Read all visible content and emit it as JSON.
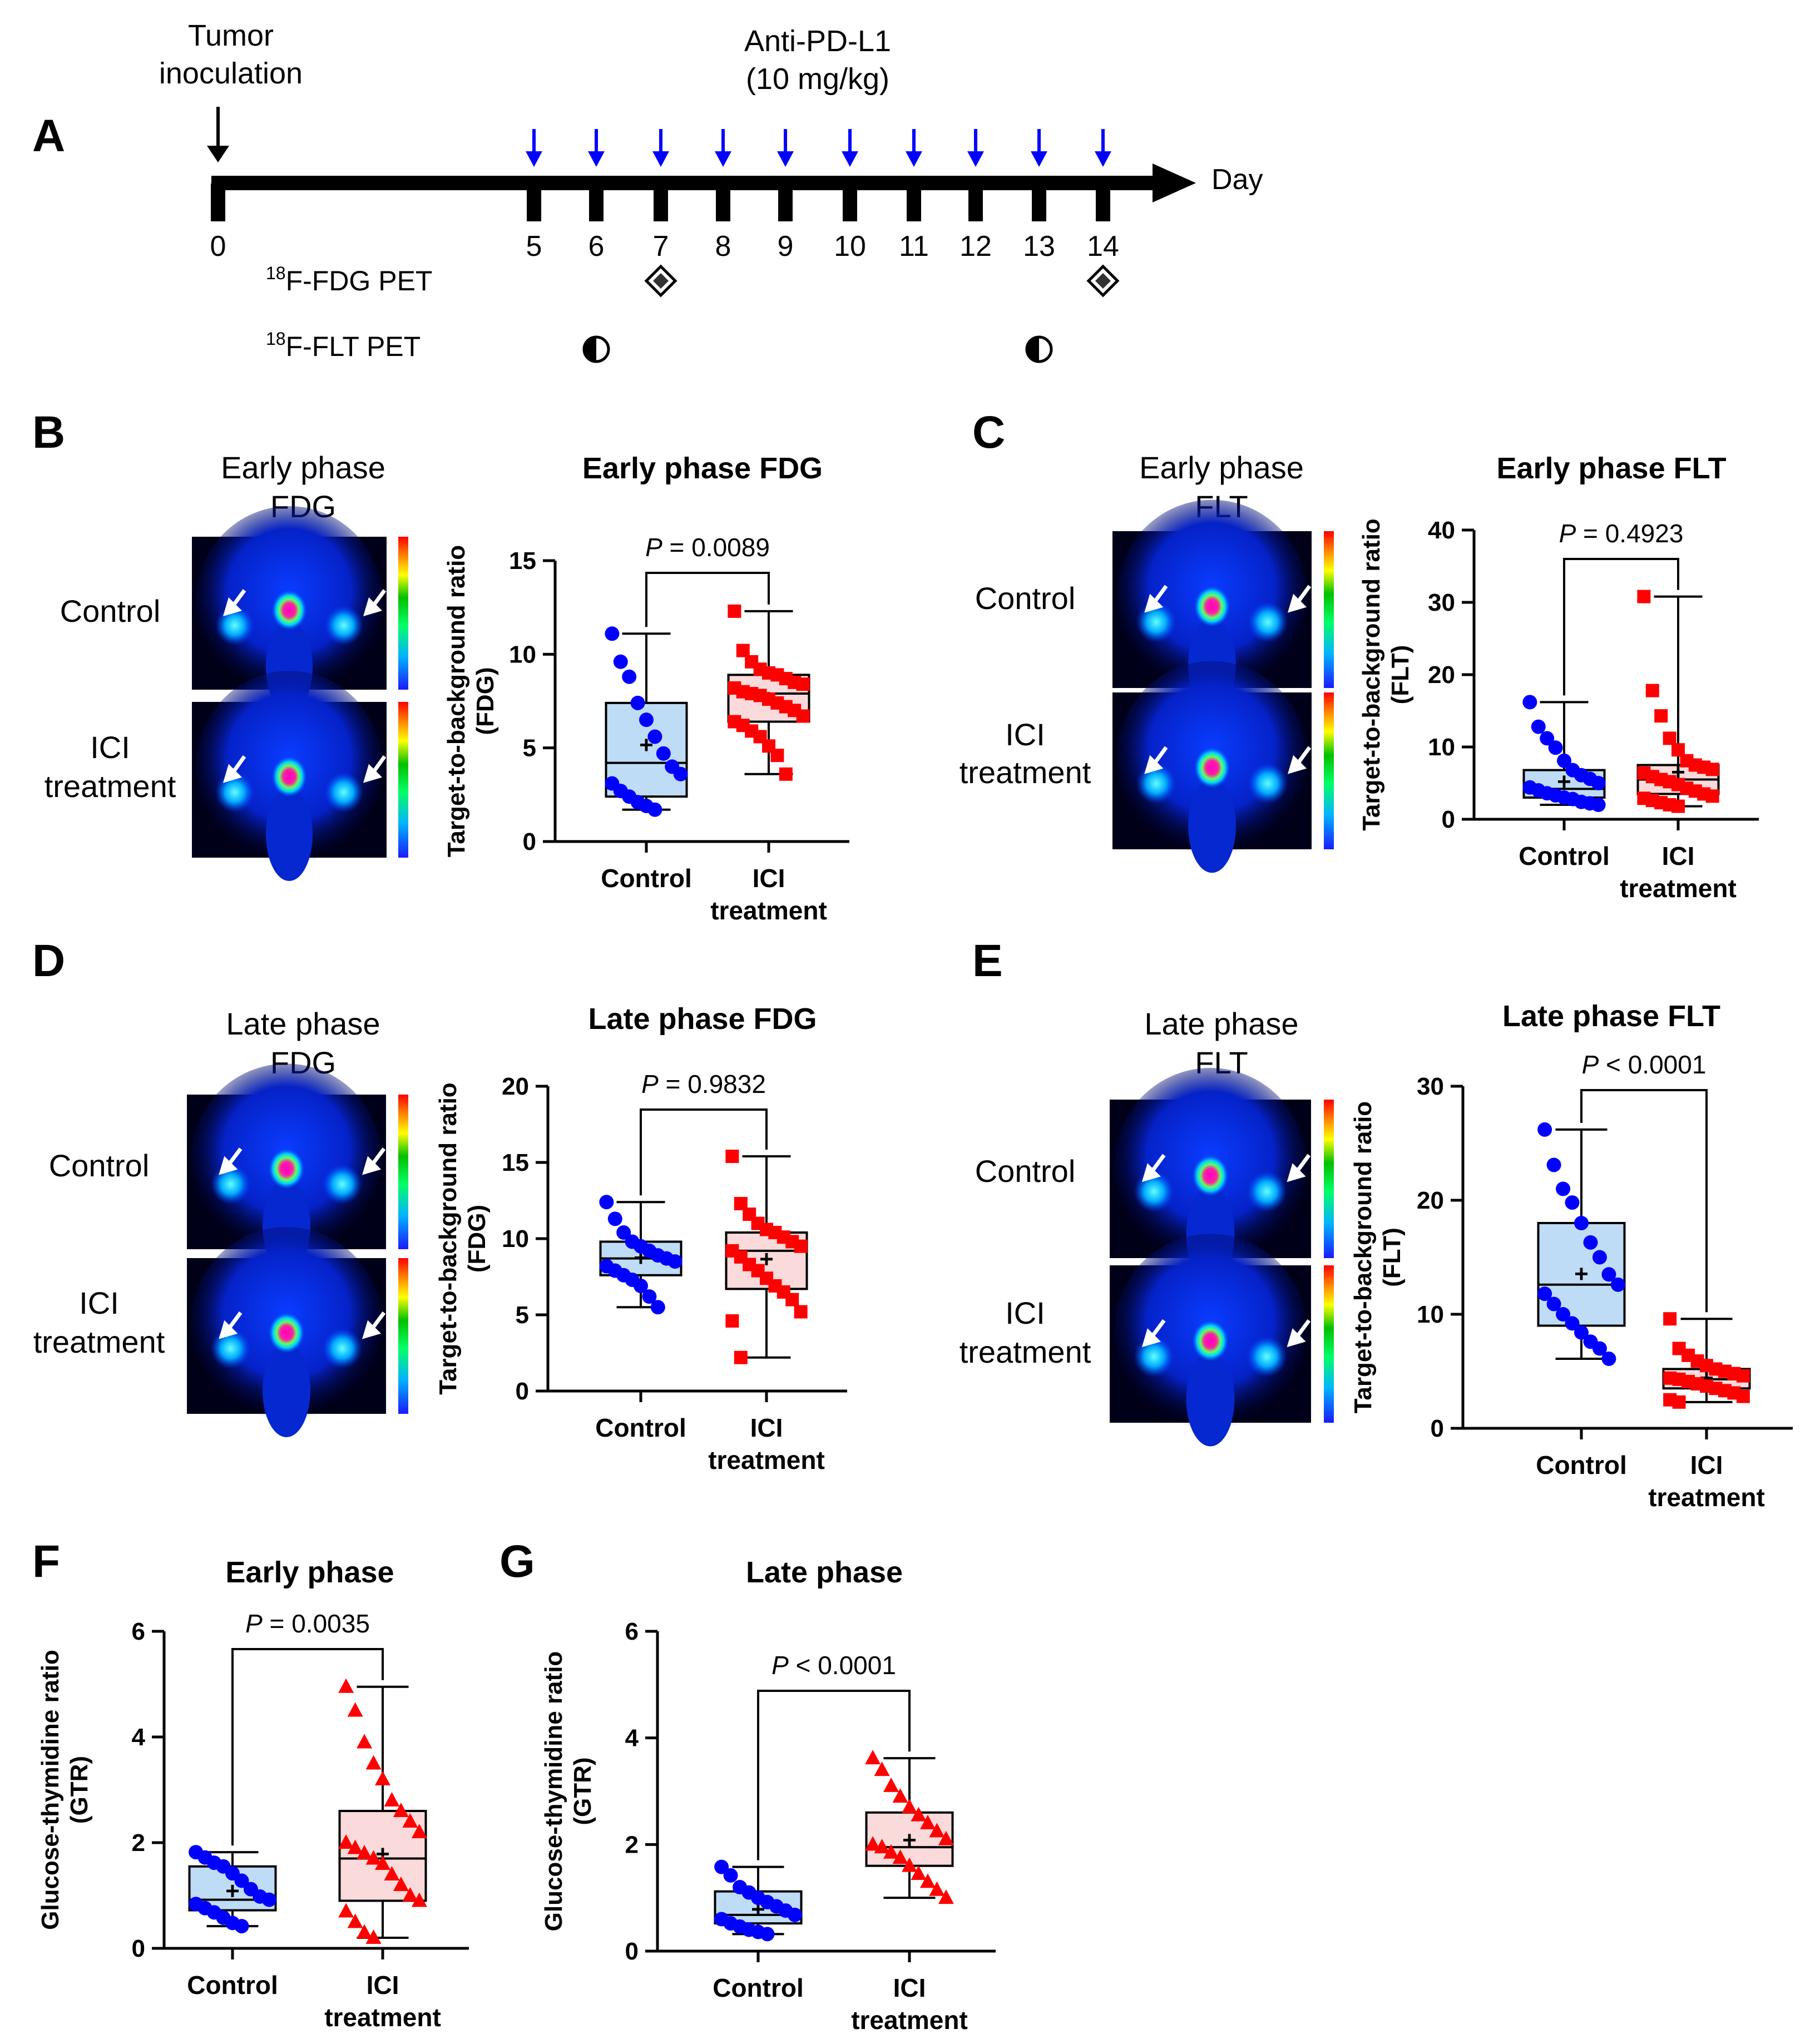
{
  "timeline": {
    "panel": "A",
    "tumor_label": [
      "Tumor",
      "inoculation"
    ],
    "drug_label": [
      "Anti-PD-L1",
      "(10 mg/kg)"
    ],
    "axis_label": "Day",
    "days": [
      "0",
      "5",
      "6",
      "7",
      "8",
      "9",
      "10",
      "11",
      "12",
      "13",
      "14"
    ],
    "dose_days": [
      5,
      6,
      7,
      8,
      9,
      10,
      11,
      12,
      13,
      14
    ],
    "fdg_label_prefix": "18",
    "fdg_label": "F-FDG PET",
    "flt_label_prefix": "18",
    "flt_label": "F-FLT PET",
    "fdg_days": [
      7,
      14
    ],
    "flt_days": [
      6,
      13
    ]
  },
  "image_panels": [
    {
      "id": "B",
      "title": [
        "Early phase",
        "FDG"
      ],
      "rows": [
        "Control",
        [
          "ICI",
          "treatment"
        ]
      ]
    },
    {
      "id": "C",
      "title": [
        "Early phase",
        "FLT"
      ],
      "rows": [
        "Control",
        [
          "ICI",
          "treatment"
        ]
      ]
    },
    {
      "id": "D",
      "title": [
        "Late phase",
        "FDG"
      ],
      "rows": [
        "Control",
        [
          "ICI",
          "treatment"
        ]
      ]
    },
    {
      "id": "E",
      "title": [
        "Late phase",
        "FLT"
      ],
      "rows": [
        "Control",
        [
          "ICI",
          "treatment"
        ]
      ]
    }
  ],
  "colors": {
    "control": "#0000ff",
    "control_fill": "#bfdcf6",
    "ici": "#ff0000",
    "ici_fill": "#fadada",
    "arrow_dose": "#0000ff"
  },
  "chart_data": [
    {
      "panel": "B",
      "type": "box",
      "title": "Early phase FDG",
      "ylabel": [
        "Target-to-background ratio",
        "(FDG)"
      ],
      "ylim": [
        0,
        15
      ],
      "yticks": [
        0,
        5,
        10,
        15
      ],
      "categories": [
        "Control",
        [
          "ICI",
          "treatment"
        ]
      ],
      "p_text": "P = 0.0089",
      "series": [
        {
          "name": "Control",
          "marker": "circle",
          "min": 1.7,
          "q1": 2.4,
          "median": 4.2,
          "q3": 7.4,
          "max": 11.1,
          "mean": 5.2,
          "points": [
            11.1,
            9.6,
            8.8,
            7.4,
            6.5,
            5.6,
            4.7,
            4.0,
            3.6,
            3.1,
            2.7,
            2.4,
            2.1,
            1.9,
            1.7
          ]
        },
        {
          "name": "ICI treatment",
          "marker": "square",
          "min": 3.6,
          "q1": 6.4,
          "median": 7.9,
          "q3": 8.9,
          "max": 12.3,
          "mean": 7.7,
          "points": [
            12.3,
            10.2,
            9.6,
            9.2,
            9.0,
            8.9,
            8.7,
            8.5,
            8.4,
            8.2,
            8.0,
            7.9,
            7.8,
            7.6,
            7.4,
            7.2,
            7.0,
            6.7,
            6.4,
            6.2,
            5.9,
            5.6,
            5.1,
            4.6,
            3.6
          ]
        }
      ]
    },
    {
      "panel": "C",
      "type": "box",
      "title": "Early phase FLT",
      "ylabel": [
        "Target-to-background ratio",
        "(FLT)"
      ],
      "ylim": [
        0,
        40
      ],
      "yticks": [
        0,
        10,
        20,
        30,
        40
      ],
      "categories": [
        "Control",
        [
          "ICI",
          "treatment"
        ]
      ],
      "p_text": "P = 0.4923",
      "series": [
        {
          "name": "Control",
          "marker": "circle",
          "min": 2.0,
          "q1": 3.0,
          "median": 4.2,
          "q3": 6.8,
          "max": 16.2,
          "mean": 5.3,
          "points": [
            16.2,
            12.8,
            11.2,
            9.9,
            8.1,
            6.8,
            6.1,
            5.6,
            5.0,
            4.4,
            4.0,
            3.6,
            3.3,
            3.0,
            2.8,
            2.4,
            2.2,
            2.0
          ]
        },
        {
          "name": "ICI treatment",
          "marker": "square",
          "min": 1.8,
          "q1": 3.5,
          "median": 5.5,
          "q3": 7.5,
          "max": 30.8,
          "mean": 6.6,
          "points": [
            30.8,
            17.8,
            14.3,
            11.2,
            9.6,
            8.1,
            7.5,
            7.2,
            6.9,
            6.4,
            5.9,
            5.5,
            5.2,
            4.8,
            4.3,
            3.9,
            3.5,
            3.2,
            2.9,
            2.6,
            2.3,
            2.0,
            1.8
          ]
        }
      ]
    },
    {
      "panel": "D",
      "type": "box",
      "title": "Late phase FDG",
      "ylabel": [
        "Target-to-background ratio",
        "(FDG)"
      ],
      "ylim": [
        0,
        20
      ],
      "yticks": [
        0,
        5,
        10,
        15,
        20
      ],
      "categories": [
        "Control",
        [
          "ICI",
          "treatment"
        ]
      ],
      "p_text": "P = 0.9832",
      "series": [
        {
          "name": "Control",
          "marker": "circle",
          "min": 5.5,
          "q1": 7.6,
          "median": 8.7,
          "q3": 9.8,
          "max": 12.4,
          "mean": 8.8,
          "points": [
            12.4,
            11.3,
            10.4,
            9.8,
            9.5,
            9.2,
            8.9,
            8.7,
            8.5,
            8.2,
            7.9,
            7.6,
            7.3,
            6.9,
            6.2,
            5.5
          ]
        },
        {
          "name": "ICI treatment",
          "marker": "square",
          "min": 2.2,
          "q1": 6.7,
          "median": 9.2,
          "q3": 10.4,
          "max": 15.4,
          "mean": 8.7,
          "points": [
            15.4,
            12.3,
            11.6,
            11.0,
            10.6,
            10.4,
            10.1,
            9.8,
            9.5,
            9.2,
            8.8,
            8.3,
            7.9,
            7.4,
            6.9,
            6.5,
            6.0,
            5.2,
            4.6,
            2.2
          ]
        }
      ]
    },
    {
      "panel": "E",
      "type": "box",
      "title": "Late phase FLT",
      "ylabel": [
        "Target-to-background ratio",
        "(FLT)"
      ],
      "ylim": [
        0,
        30
      ],
      "yticks": [
        0,
        10,
        20,
        30
      ],
      "categories": [
        "Control",
        [
          "ICI",
          "treatment"
        ]
      ],
      "p_text": "P < 0.0001",
      "series": [
        {
          "name": "Control",
          "marker": "circle",
          "min": 6.1,
          "q1": 9.0,
          "median": 12.6,
          "q3": 18.0,
          "max": 26.2,
          "mean": 13.6,
          "points": [
            26.2,
            23.1,
            21.0,
            19.8,
            18.0,
            16.3,
            15.0,
            13.5,
            12.6,
            11.8,
            10.9,
            10.0,
            9.2,
            8.4,
            7.6,
            7.0,
            6.1
          ]
        },
        {
          "name": "ICI treatment",
          "marker": "square",
          "min": 2.3,
          "q1": 3.5,
          "median": 4.3,
          "q3": 5.2,
          "max": 9.6,
          "mean": 4.5,
          "points": [
            9.6,
            7.0,
            6.4,
            5.9,
            5.5,
            5.2,
            5.0,
            4.8,
            4.6,
            4.4,
            4.3,
            4.1,
            3.9,
            3.7,
            3.5,
            3.3,
            3.1,
            2.8,
            2.5,
            2.3
          ]
        }
      ]
    },
    {
      "panel": "F",
      "type": "box",
      "title": "Early phase",
      "ylabel": [
        "Glucose-thymidine ratio",
        "(GTR)"
      ],
      "ylim": [
        0,
        6
      ],
      "yticks": [
        0,
        2,
        4,
        6
      ],
      "categories": [
        "Control",
        [
          "ICI",
          "treatment"
        ]
      ],
      "p_text": "P = 0.0035",
      "series": [
        {
          "name": "Control",
          "marker": "circle",
          "min": 0.42,
          "q1": 0.72,
          "median": 0.92,
          "q3": 1.55,
          "max": 1.82,
          "mean": 1.1,
          "points": [
            1.82,
            1.72,
            1.62,
            1.55,
            1.42,
            1.28,
            1.12,
            0.98,
            0.92,
            0.84,
            0.76,
            0.68,
            0.58,
            0.48,
            0.42
          ]
        },
        {
          "name": "ICI treatment",
          "marker": "triangle",
          "min": 0.2,
          "q1": 0.9,
          "median": 1.7,
          "q3": 2.6,
          "max": 4.95,
          "mean": 1.8,
          "points": [
            4.95,
            4.5,
            3.9,
            3.5,
            3.2,
            2.8,
            2.6,
            2.4,
            2.2,
            2.0,
            1.9,
            1.8,
            1.7,
            1.6,
            1.4,
            1.2,
            1.0,
            0.9,
            0.7,
            0.5,
            0.3,
            0.2
          ]
        }
      ]
    },
    {
      "panel": "G",
      "type": "box",
      "title": "Late phase",
      "ylabel": [
        "Glucose-thymidine ratio",
        "(GTR)"
      ],
      "ylim": [
        0,
        6
      ],
      "yticks": [
        0,
        2,
        4,
        6
      ],
      "categories": [
        "Control",
        [
          "ICI",
          "treatment"
        ]
      ],
      "p_text": "P < 0.0001",
      "series": [
        {
          "name": "Control",
          "marker": "circle",
          "min": 0.32,
          "q1": 0.52,
          "median": 0.68,
          "q3": 1.12,
          "max": 1.58,
          "mean": 0.8,
          "points": [
            1.58,
            1.42,
            1.2,
            1.1,
            1.0,
            0.92,
            0.84,
            0.76,
            0.68,
            0.6,
            0.52,
            0.46,
            0.4,
            0.36,
            0.32
          ]
        },
        {
          "name": "ICI treatment",
          "marker": "triangle",
          "min": 1.0,
          "q1": 1.6,
          "median": 1.95,
          "q3": 2.6,
          "max": 3.62,
          "mean": 2.1,
          "points": [
            3.62,
            3.4,
            3.1,
            2.9,
            2.7,
            2.55,
            2.4,
            2.25,
            2.1,
            2.0,
            1.95,
            1.85,
            1.75,
            1.6,
            1.45,
            1.3,
            1.15,
            1.0
          ]
        }
      ]
    }
  ]
}
